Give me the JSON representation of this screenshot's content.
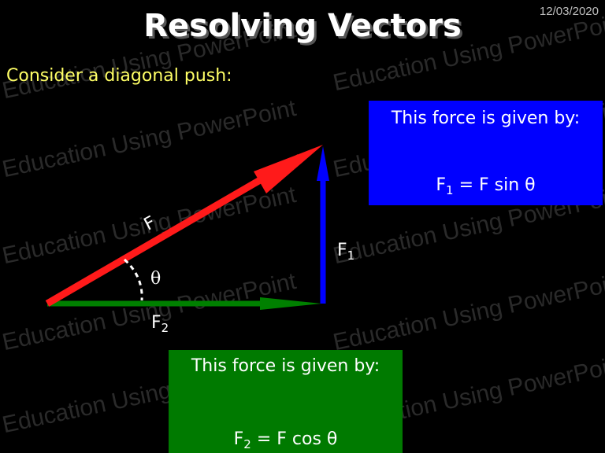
{
  "header": {
    "title": "Resolving Vectors",
    "date": "12/03/2020"
  },
  "intro": "Consider a diagonal push:",
  "watermark": "Education Using PowerPoint",
  "diagram": {
    "force_label": "F",
    "angle_label": "θ",
    "vertical_label_base": "F",
    "vertical_label_sub": "1",
    "horizontal_label_base": "F",
    "horizontal_label_sub": "2",
    "colors": {
      "resultant": "#ff1a1a",
      "vertical": "#0000ff",
      "horizontal": "#008000",
      "angle_arc": "#ffffff"
    }
  },
  "boxes": {
    "blue": {
      "heading": "This force is given by:",
      "eq_base": "F",
      "eq_sub": "1",
      "eq_rest": " = F sin θ",
      "color": "#0000ff"
    },
    "green": {
      "heading": "This force is given by:",
      "eq_base": "F",
      "eq_sub": "2",
      "eq_rest": " = F cos θ",
      "color": "#007a00"
    }
  }
}
